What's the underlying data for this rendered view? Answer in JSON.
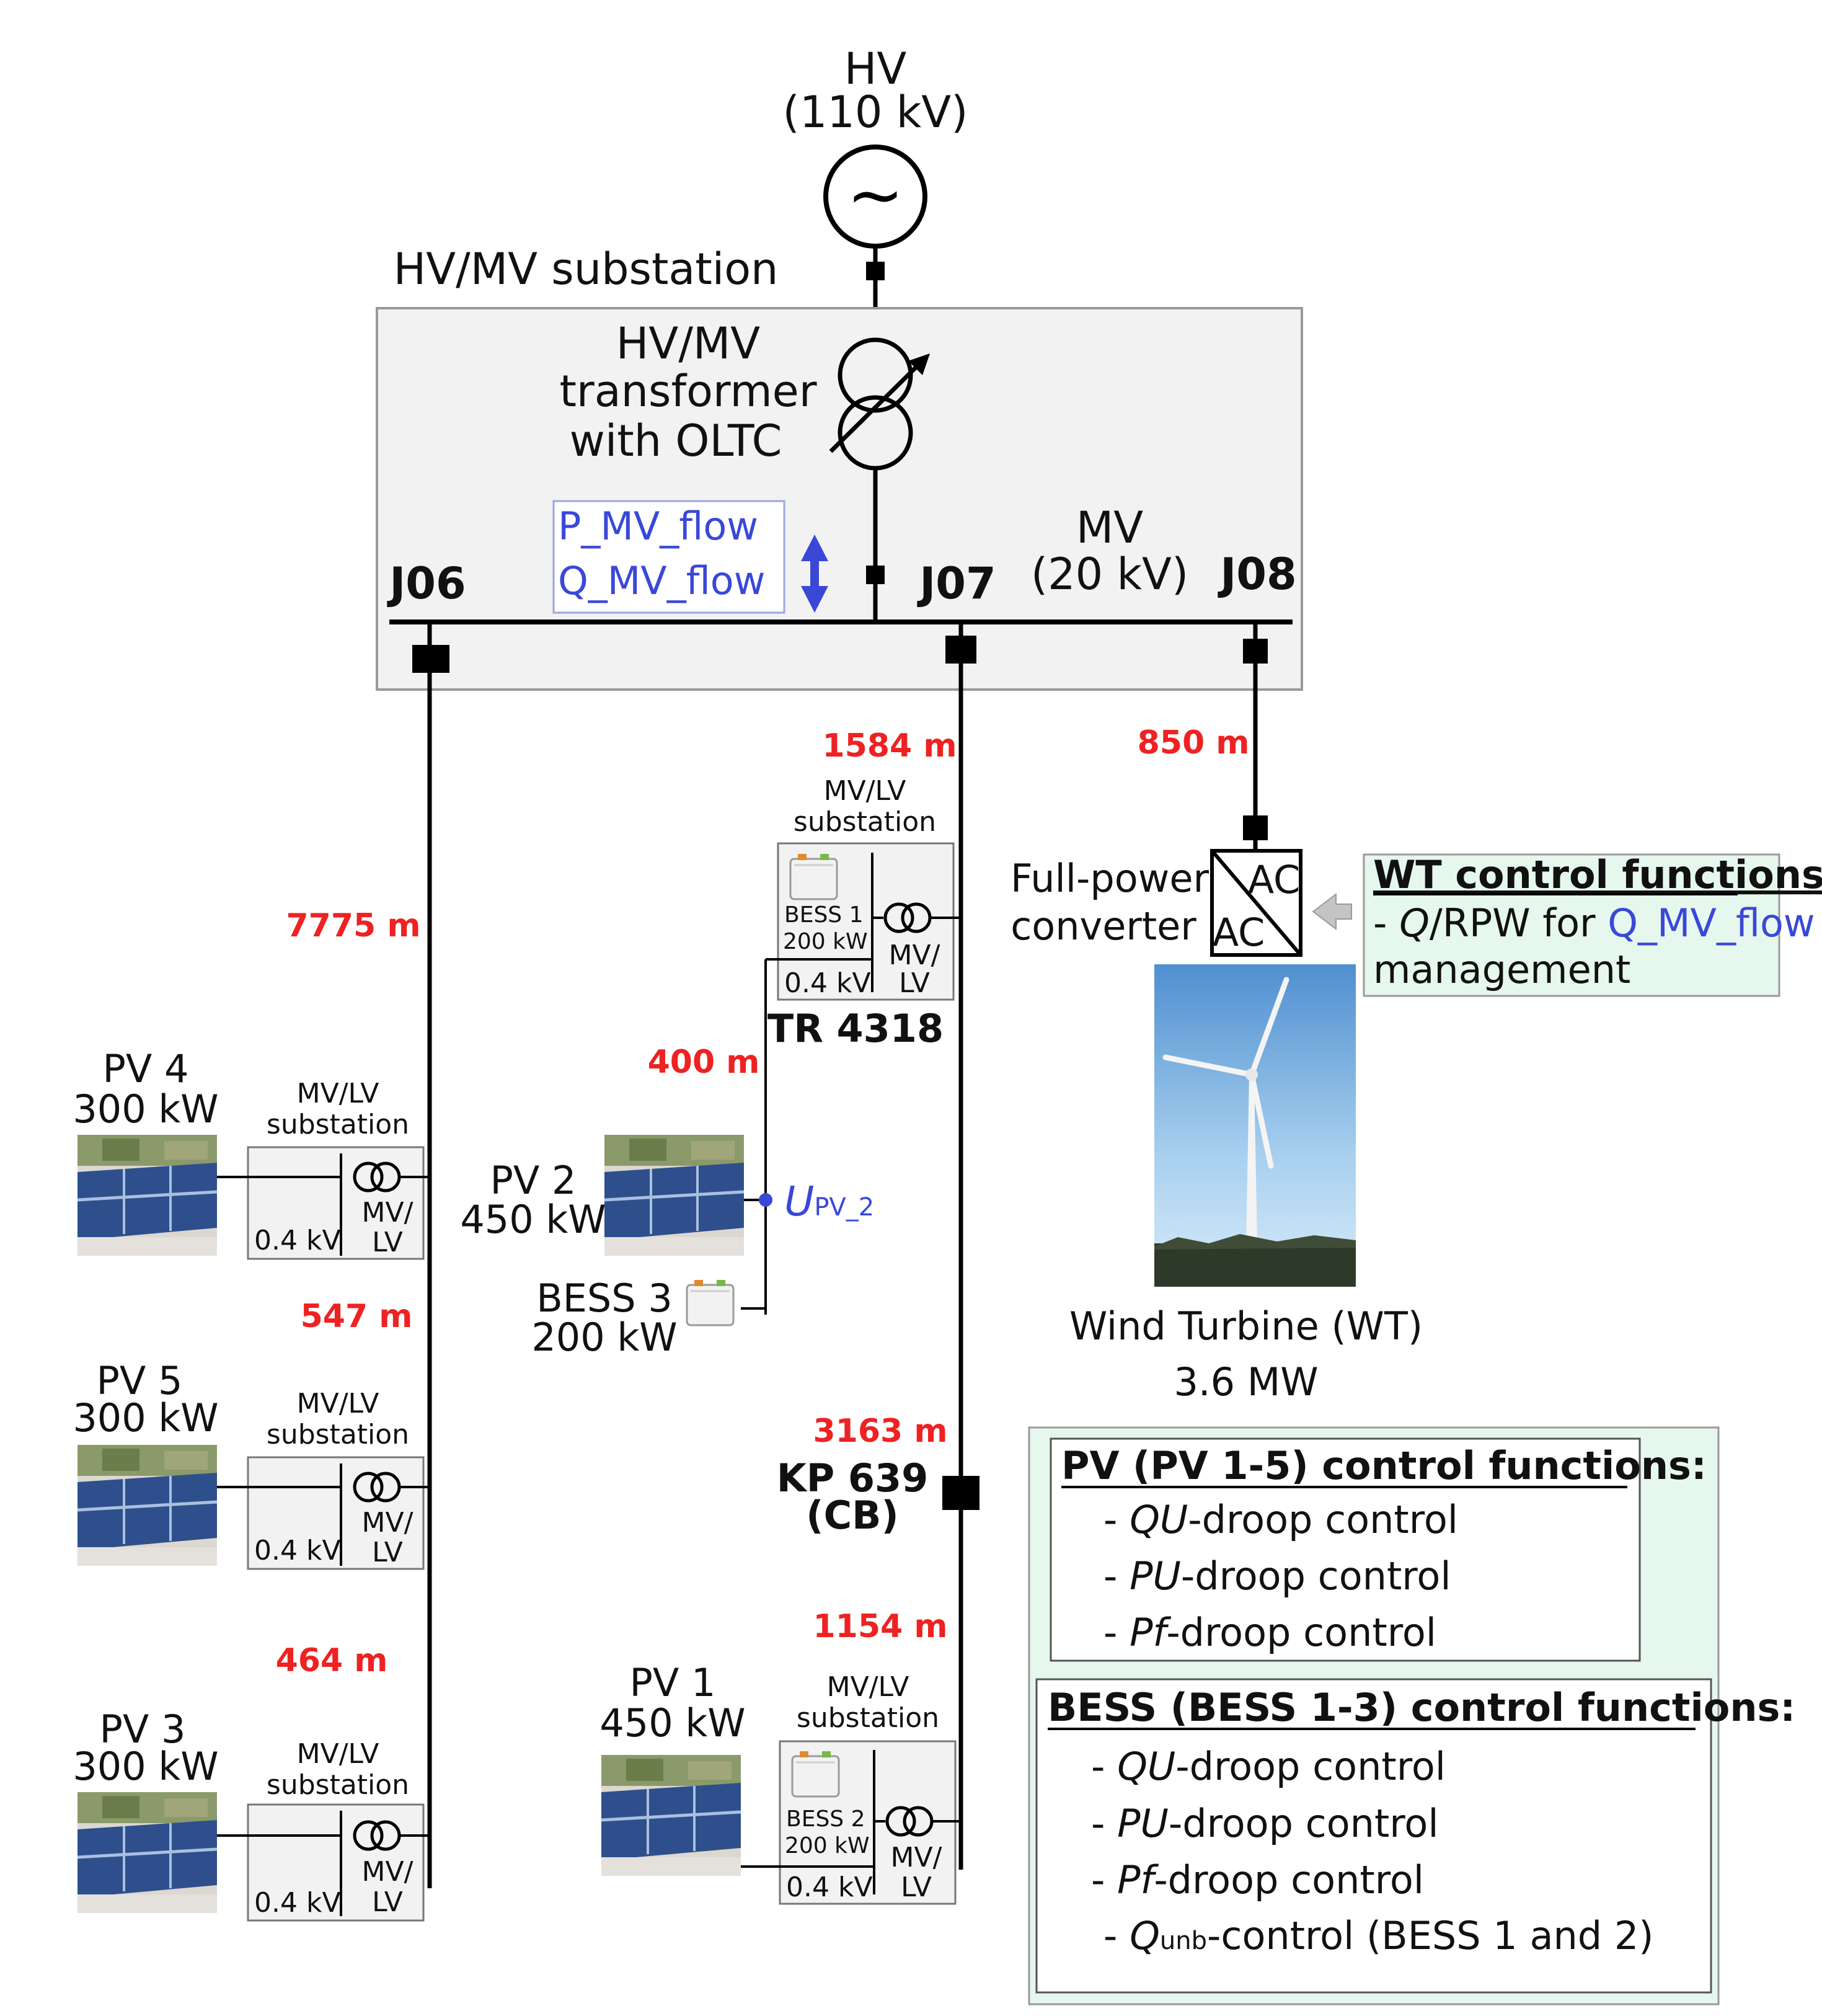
{
  "hv_source": {
    "title": "HV",
    "voltage": "(110 kV)",
    "symbol": "~"
  },
  "substation": {
    "title": "HV/MV substation",
    "transformer": [
      "HV/MV",
      "transformer",
      "with OLTC"
    ],
    "flow_p": "P_MV_flow",
    "flow_q": "Q_MV_flow",
    "mv_label": "MV",
    "mv_voltage": "(20 kV)",
    "buses": {
      "j06": "J06",
      "j07": "J07",
      "j08": "J08"
    }
  },
  "distances": {
    "d7775": "7775 m",
    "d547": "547 m",
    "d464": "464 m",
    "d1584": "1584 m",
    "d400": "400 m",
    "d3163": "3163 m",
    "d1154": "1154 m",
    "d850": "850 m"
  },
  "mvlv_substation": {
    "title1": "MV/LV",
    "title2": "substation",
    "lv": "0.4 kV",
    "tr1": "MV/",
    "tr2": "LV"
  },
  "pv_units": [
    {
      "name": "PV 4",
      "power": "300 kW"
    },
    {
      "name": "PV 5",
      "power": "300 kW"
    },
    {
      "name": "PV 3",
      "power": "300 kW"
    },
    {
      "name": "PV 2",
      "power": "450 kW"
    },
    {
      "name": "PV 1",
      "power": "450 kW"
    }
  ],
  "bess_units": [
    {
      "name": "BESS 1",
      "power": "200 kW"
    },
    {
      "name": "BESS 2",
      "power": "200 kW"
    },
    {
      "name": "BESS 3",
      "power": "200 kW"
    }
  ],
  "tr4318": "TR 4318",
  "kp639": {
    "line1": "KP 639",
    "line2": "(CB)"
  },
  "u_pv2": {
    "main": "U",
    "sub": "PV_2"
  },
  "converter": {
    "label1": "Full-power",
    "label2": "converter",
    "ac_top": "AC",
    "ac_bottom": "AC"
  },
  "wind_turbine": {
    "name": "Wind Turbine (WT)",
    "power": "3.6 MW"
  },
  "wt_control": {
    "title": "WT control functions:",
    "line1_prefix": "- ",
    "line1_q": "Q",
    "line1_mid": "/RPW for ",
    "line1_flow": "Q_MV_flow",
    "line2": "management"
  },
  "pv_control": {
    "title": "PV (PV 1-5) control functions:",
    "items": [
      {
        "prefix": "- ",
        "ital": "QU",
        "rest": "-droop control"
      },
      {
        "prefix": "- ",
        "ital": "PU",
        "rest": "-droop control"
      },
      {
        "prefix": "- ",
        "ital": "Pf",
        "rest": "-droop control"
      }
    ]
  },
  "bess_control": {
    "title": "BESS (BESS 1-3) control functions:",
    "items": [
      {
        "prefix": "- ",
        "ital": "QU",
        "rest": "-droop control"
      },
      {
        "prefix": "- ",
        "ital": "PU",
        "rest": "-droop control"
      },
      {
        "prefix": "- ",
        "ital": "Pf",
        "rest": "-droop control"
      }
    ],
    "qunb": {
      "prefix": "- ",
      "ital": "Q",
      "sub": "unb",
      "rest": "-control (BESS 1 and 2)"
    }
  },
  "colors": {
    "distance": "#ee2222",
    "flow": "#3a48d8",
    "panel_green": "#e6f7ee",
    "substation_fill": "#f2f2f2"
  }
}
